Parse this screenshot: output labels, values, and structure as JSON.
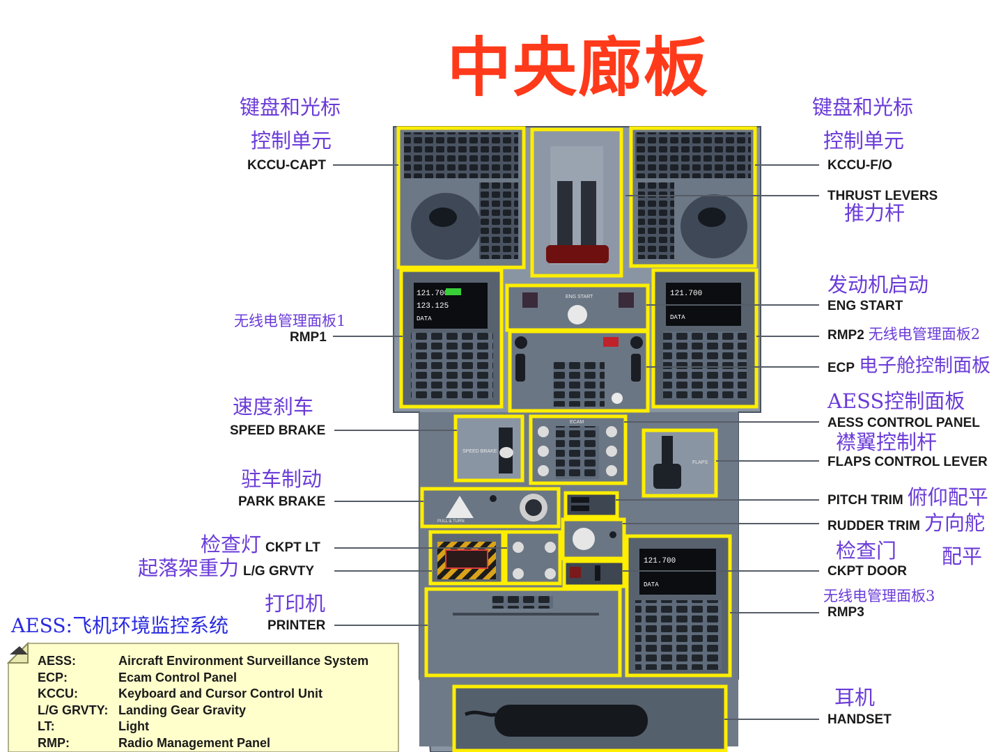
{
  "title": "中央廊板",
  "callouts_left": [
    {
      "cn1": "键盘和光标",
      "cn2": "控制单元",
      "en": "KCCU-CAPT"
    },
    {
      "cn": "无线电管理面板1",
      "en": "RMP1"
    },
    {
      "cn": "速度刹车",
      "en": "SPEED BRAKE"
    },
    {
      "cn": "驻车制动",
      "en": "PARK BRAKE"
    },
    {
      "cn": "检查灯",
      "en": "CKPT LT"
    },
    {
      "cn": "起落架重力",
      "en": "L/G GRVTY"
    },
    {
      "cn": "打印机",
      "en": "PRINTER"
    }
  ],
  "callouts_right": [
    {
      "cn1": "键盘和光标",
      "cn2": "控制单元",
      "en": "KCCU-F/O"
    },
    {
      "en": "THRUST LEVERS",
      "cn": "推力杆"
    },
    {
      "cn": "发动机启动",
      "en": "ENG START"
    },
    {
      "en": "RMP2",
      "cn": "无线电管理面板2"
    },
    {
      "en": "ECP",
      "cn": "电子舱控制面板"
    },
    {
      "cn": "AESS控制面板",
      "en": "AESS CONTROL PANEL"
    },
    {
      "cn": "襟翼控制杆",
      "en": "FLAPS CONTROL LEVER"
    },
    {
      "en": "PITCH TRIM",
      "cn": "俯仰配平"
    },
    {
      "en": "RUDDER TRIM",
      "cn": "方向舵"
    },
    {
      "cn": "检查门",
      "cn_extra": "配平",
      "en": "CKPT DOOR"
    },
    {
      "cn": "无线电管理面板3",
      "en": "RMP3"
    },
    {
      "cn": "耳机",
      "en": "HANDSET"
    }
  ],
  "aess_note": "AESS:飞机环境监控系统",
  "legend": [
    {
      "abbr": "AESS:",
      "desc": "Aircraft Environment Surveillance System"
    },
    {
      "abbr": "ECP:",
      "desc": "Ecam Control Panel"
    },
    {
      "abbr": "KCCU:",
      "desc": "Keyboard and Cursor Control Unit"
    },
    {
      "abbr": "L/G GRVTY:",
      "desc": "Landing Gear Gravity"
    },
    {
      "abbr": "LT:",
      "desc": "Light"
    },
    {
      "abbr": "RMP:",
      "desc": "Radio Management Panel"
    }
  ],
  "panel_text": {
    "rmp1_freq1": "121.700",
    "rmp1_freq2": "123.125",
    "rmp1_data": "DATA",
    "rmp2_freq": "121.700",
    "rmp2_data": "DATA",
    "rmp3_freq": "121.700",
    "rmp3_data": "DATA",
    "eng_start": "ENG START",
    "speed_brake": "SPEED BRAKE",
    "flaps": "FLAPS",
    "pull_turn": "PULL & TURN",
    "ecam": "ECAM"
  },
  "colors": {
    "title": "#ff3a1a",
    "chinese_label": "#6a3bd8",
    "highlight": "#ffee00",
    "panel": "#5f6b7a",
    "legend_bg": "#ffffcc"
  }
}
